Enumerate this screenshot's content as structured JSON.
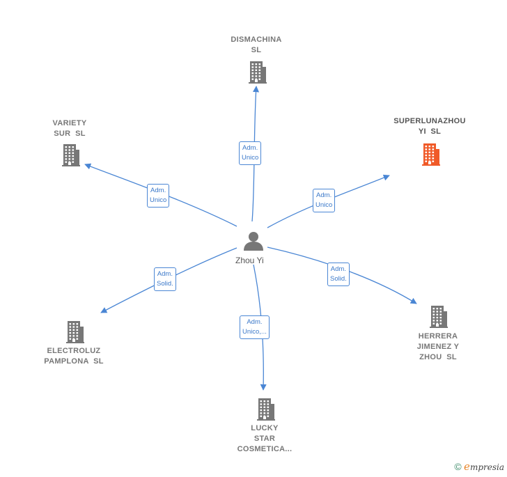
{
  "colors": {
    "edge": "#4a86d4",
    "building": "#777777",
    "building_highlight": "#f05a28",
    "person": "#777777"
  },
  "center": {
    "name": "Zhou Yi",
    "icon": "person-icon"
  },
  "companies": [
    {
      "id": "dismachina",
      "lines": [
        "DISMACHINA",
        "SL"
      ],
      "highlight": false,
      "icon": "building-icon"
    },
    {
      "id": "superlunazhou",
      "lines": [
        "SUPERLUNAZHOU",
        "YI  SL"
      ],
      "highlight": true,
      "icon": "building-icon"
    },
    {
      "id": "variety",
      "lines": [
        "VARIETY",
        "SUR  SL"
      ],
      "highlight": false,
      "icon": "building-icon"
    },
    {
      "id": "electroluz",
      "lines": [
        "ELECTROLUZ",
        "PAMPLONA  SL"
      ],
      "highlight": false,
      "icon": "building-icon"
    },
    {
      "id": "herrera",
      "lines": [
        "HERRERA",
        "JIMENEZ Y",
        "ZHOU  SL"
      ],
      "highlight": false,
      "icon": "building-icon"
    },
    {
      "id": "lucky",
      "lines": [
        "LUCKY",
        "STAR",
        "COSMETICA..."
      ],
      "highlight": false,
      "icon": "building-icon"
    }
  ],
  "edges": [
    {
      "to": "dismachina",
      "lines": [
        "Adm.",
        "Unico"
      ]
    },
    {
      "to": "superlunazhou",
      "lines": [
        "Adm.",
        "Unico"
      ]
    },
    {
      "to": "variety",
      "lines": [
        "Adm.",
        "Unico"
      ]
    },
    {
      "to": "electroluz",
      "lines": [
        "Adm.",
        "Solid."
      ]
    },
    {
      "to": "herrera",
      "lines": [
        "Adm.",
        "Solid."
      ]
    },
    {
      "to": "lucky",
      "lines": [
        "Adm.",
        "Unico,..."
      ]
    }
  ],
  "brand": {
    "copyright": "©",
    "initial": "e",
    "rest": "mpresia"
  }
}
